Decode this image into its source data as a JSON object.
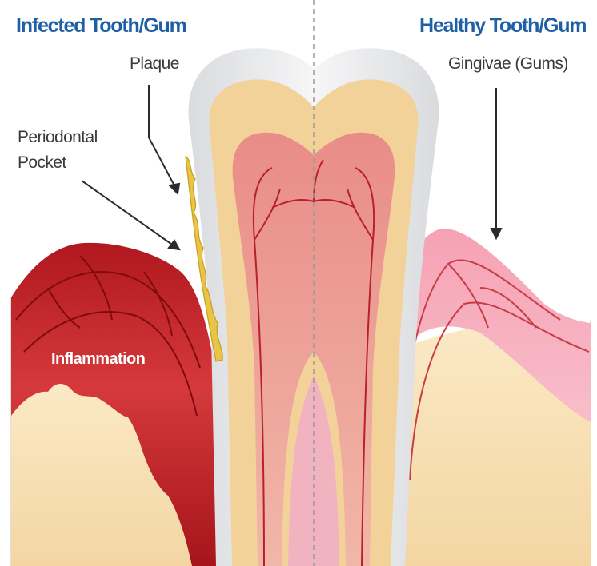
{
  "headings": {
    "left": "Infected Tooth/Gum",
    "right": "Healthy Tooth/Gum"
  },
  "labels": {
    "plaque": "Plaque",
    "periodontal_line1": "Periodontal",
    "periodontal_line2": "Pocket",
    "gingivae": "Gingivae (Gums)",
    "inflammation": "Inflammation"
  },
  "colors": {
    "heading": "#1f5fa6",
    "label": "#3a3a3a",
    "enamel": "#e9eaec",
    "dentin": "#f3d29a",
    "pulp": "#e68a86",
    "inflamed_gum": "#c8262b",
    "healthy_gum": "#f7a8b8",
    "bone": "#f8e2b8",
    "plaque": "#e8c547"
  }
}
